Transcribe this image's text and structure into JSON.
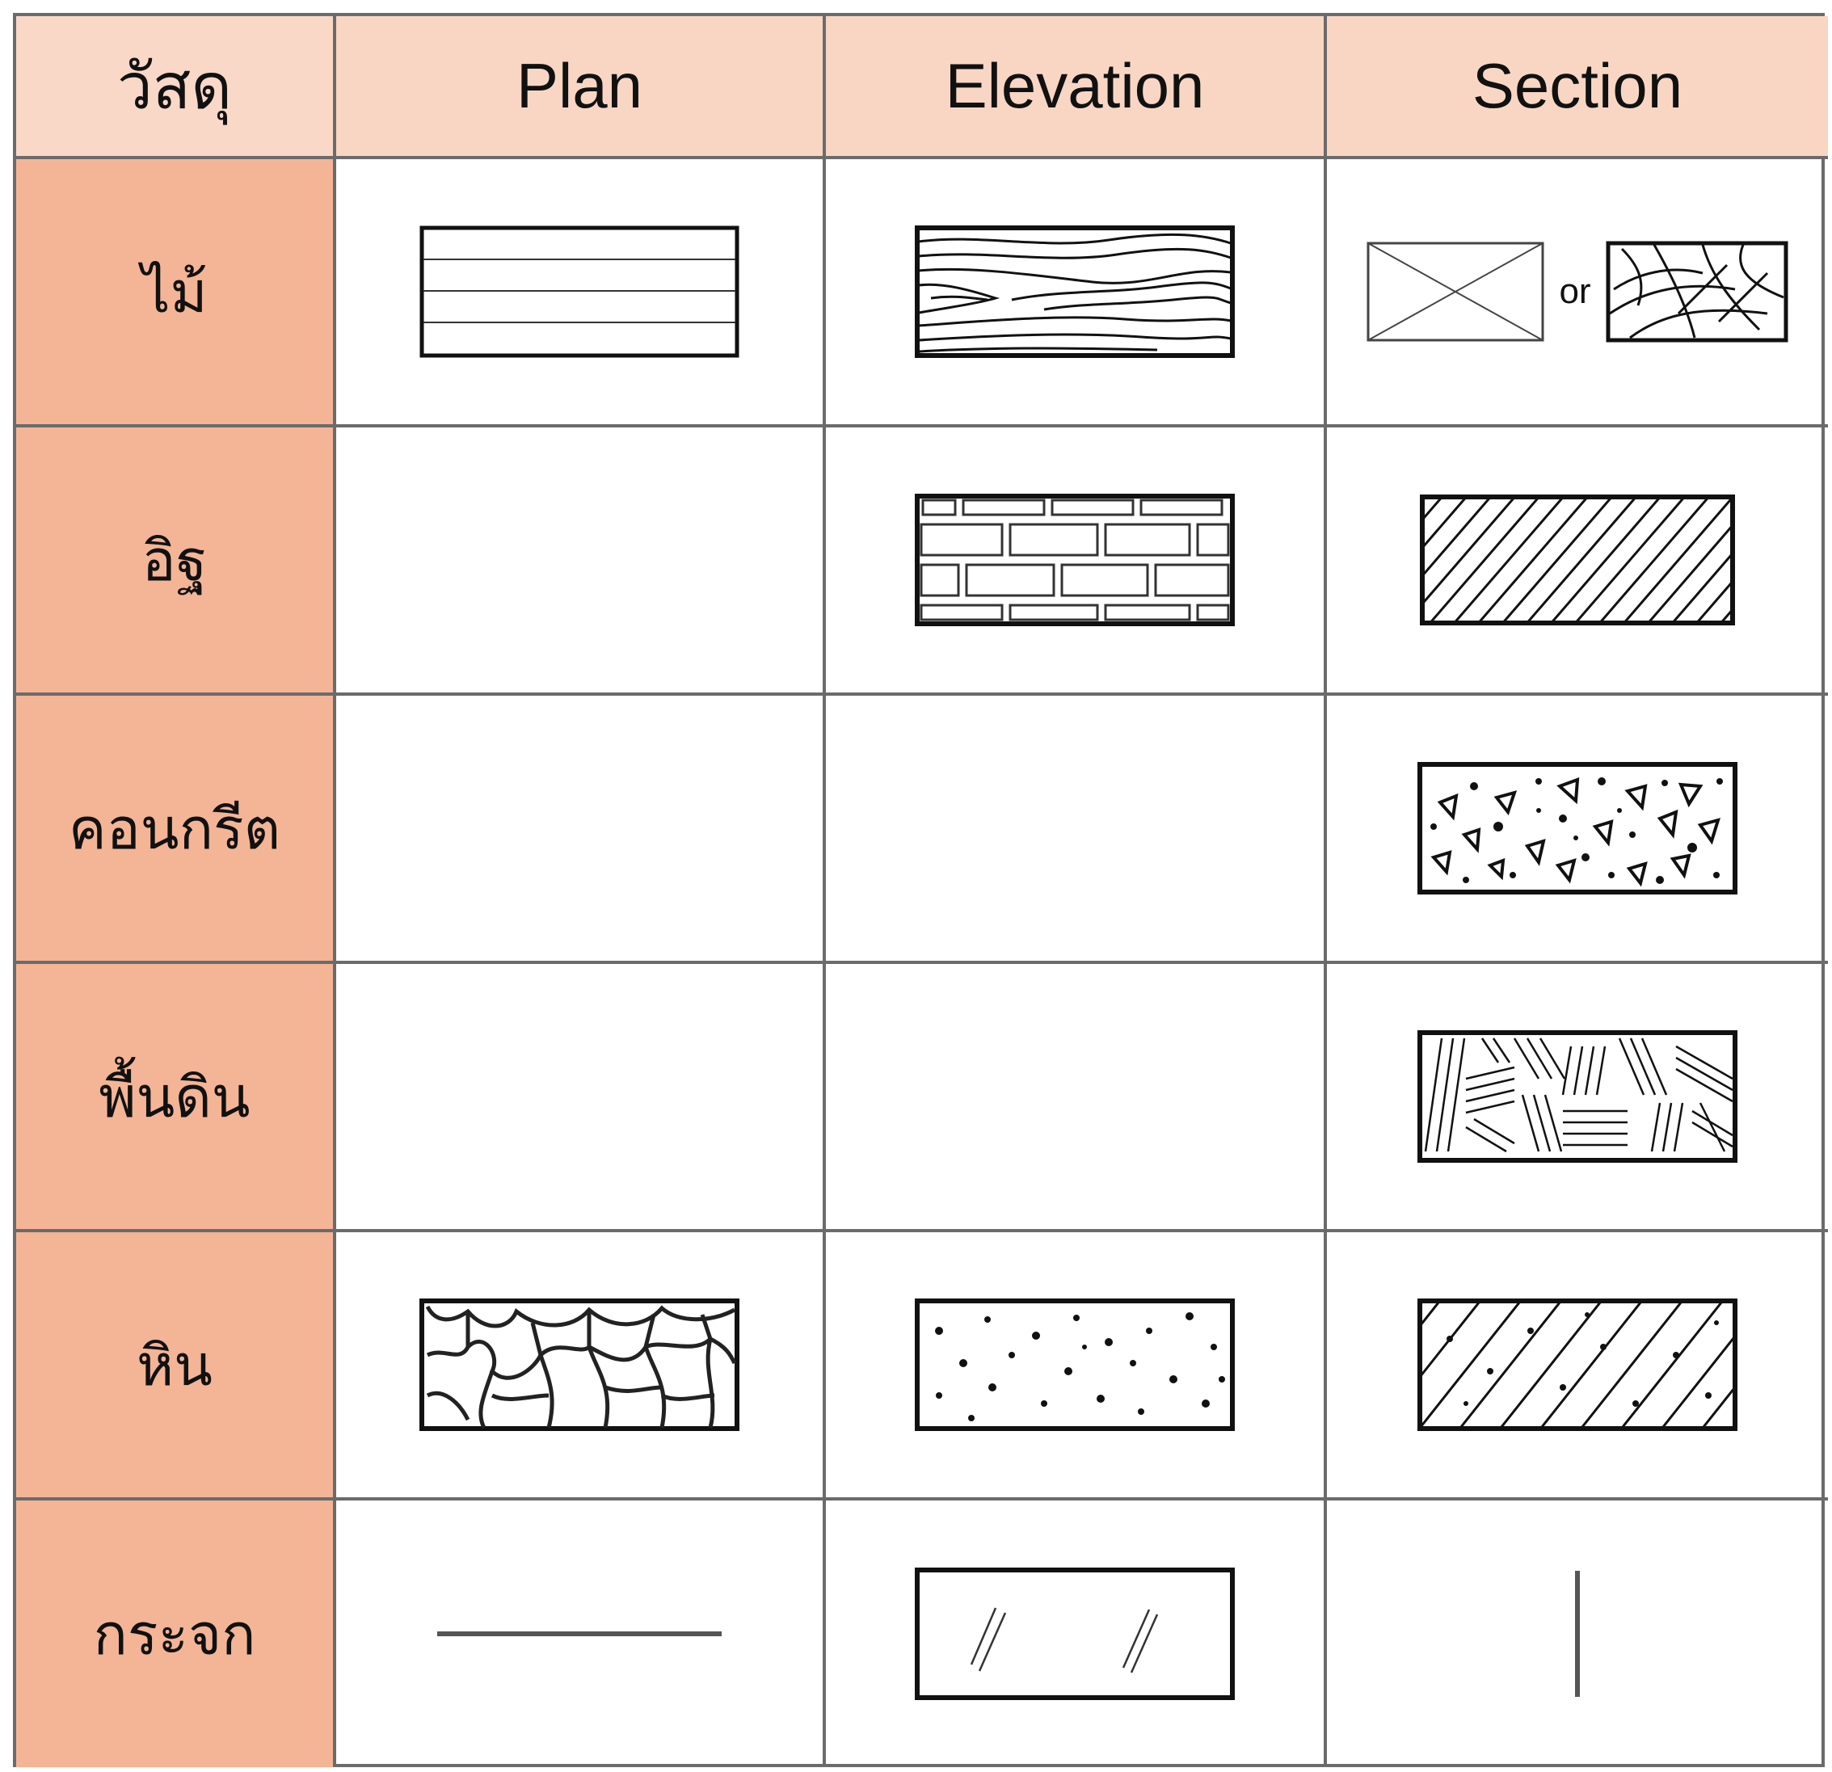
{
  "colors": {
    "header_bg": "#f9d6c4",
    "header_first_bg": "#f9d8c8",
    "material_bg": "#f3b596",
    "grid_line": "#6b6b6b",
    "cell_bg": "#ffffff"
  },
  "headers": {
    "material": "วัสดุ",
    "plan": "Plan",
    "elevation": "Elevation",
    "section": "Section"
  },
  "rows": [
    {
      "material": "ไม้",
      "plan": "wood-plan-symbol",
      "elevation": "wood-grain-symbol",
      "section": [
        "wood-cross-symbol",
        "wood-end-grain-symbol"
      ],
      "section_separator": "or"
    },
    {
      "material": "อิฐ",
      "plan": "",
      "elevation": "brick-courses-symbol",
      "section": [
        "brick-hatch-symbol"
      ]
    },
    {
      "material": "คอนกรีต",
      "plan": "",
      "elevation": "",
      "section": [
        "concrete-aggregate-symbol"
      ]
    },
    {
      "material": "พื้นดิน",
      "plan": "",
      "elevation": "",
      "section": [
        "earth-hatch-symbol"
      ]
    },
    {
      "material": "หิน",
      "plan": "stone-cobble-symbol",
      "elevation": "stone-dots-symbol",
      "section": [
        "stone-hatch-symbol"
      ]
    },
    {
      "material": "กระจก",
      "plan": "glass-line-symbol",
      "elevation": "glass-pane-symbol",
      "section": [
        "glass-vertical-line-symbol"
      ]
    }
  ]
}
